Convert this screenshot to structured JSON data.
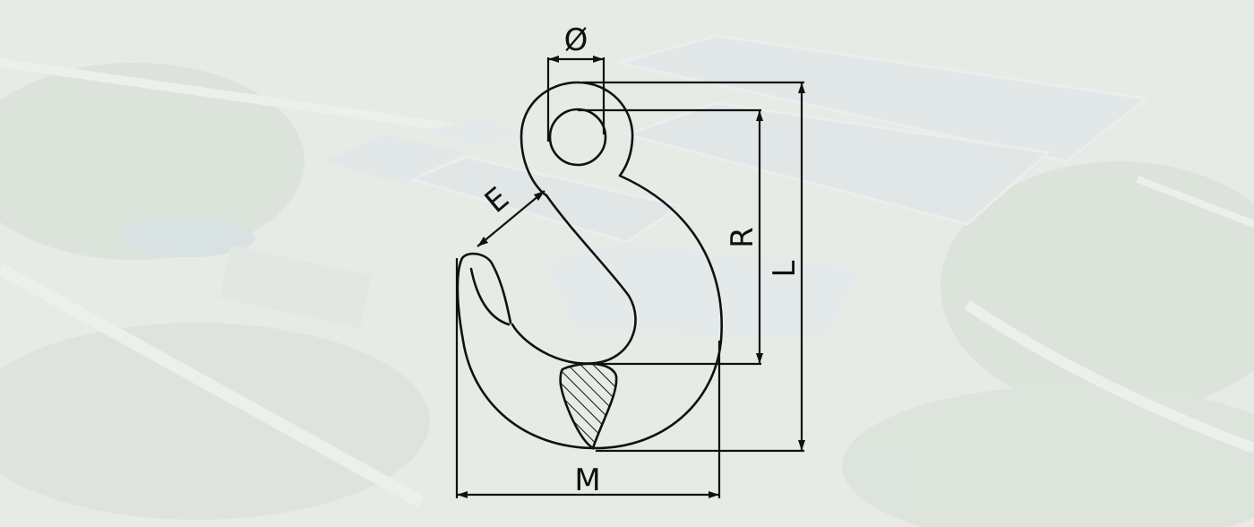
{
  "diagram": {
    "dimension_labels": {
      "diameter": "Ø",
      "e": "E",
      "r": "R",
      "l": "L",
      "m": "M"
    }
  },
  "colors": {
    "line": "#111111",
    "background": "#e8ece8"
  }
}
